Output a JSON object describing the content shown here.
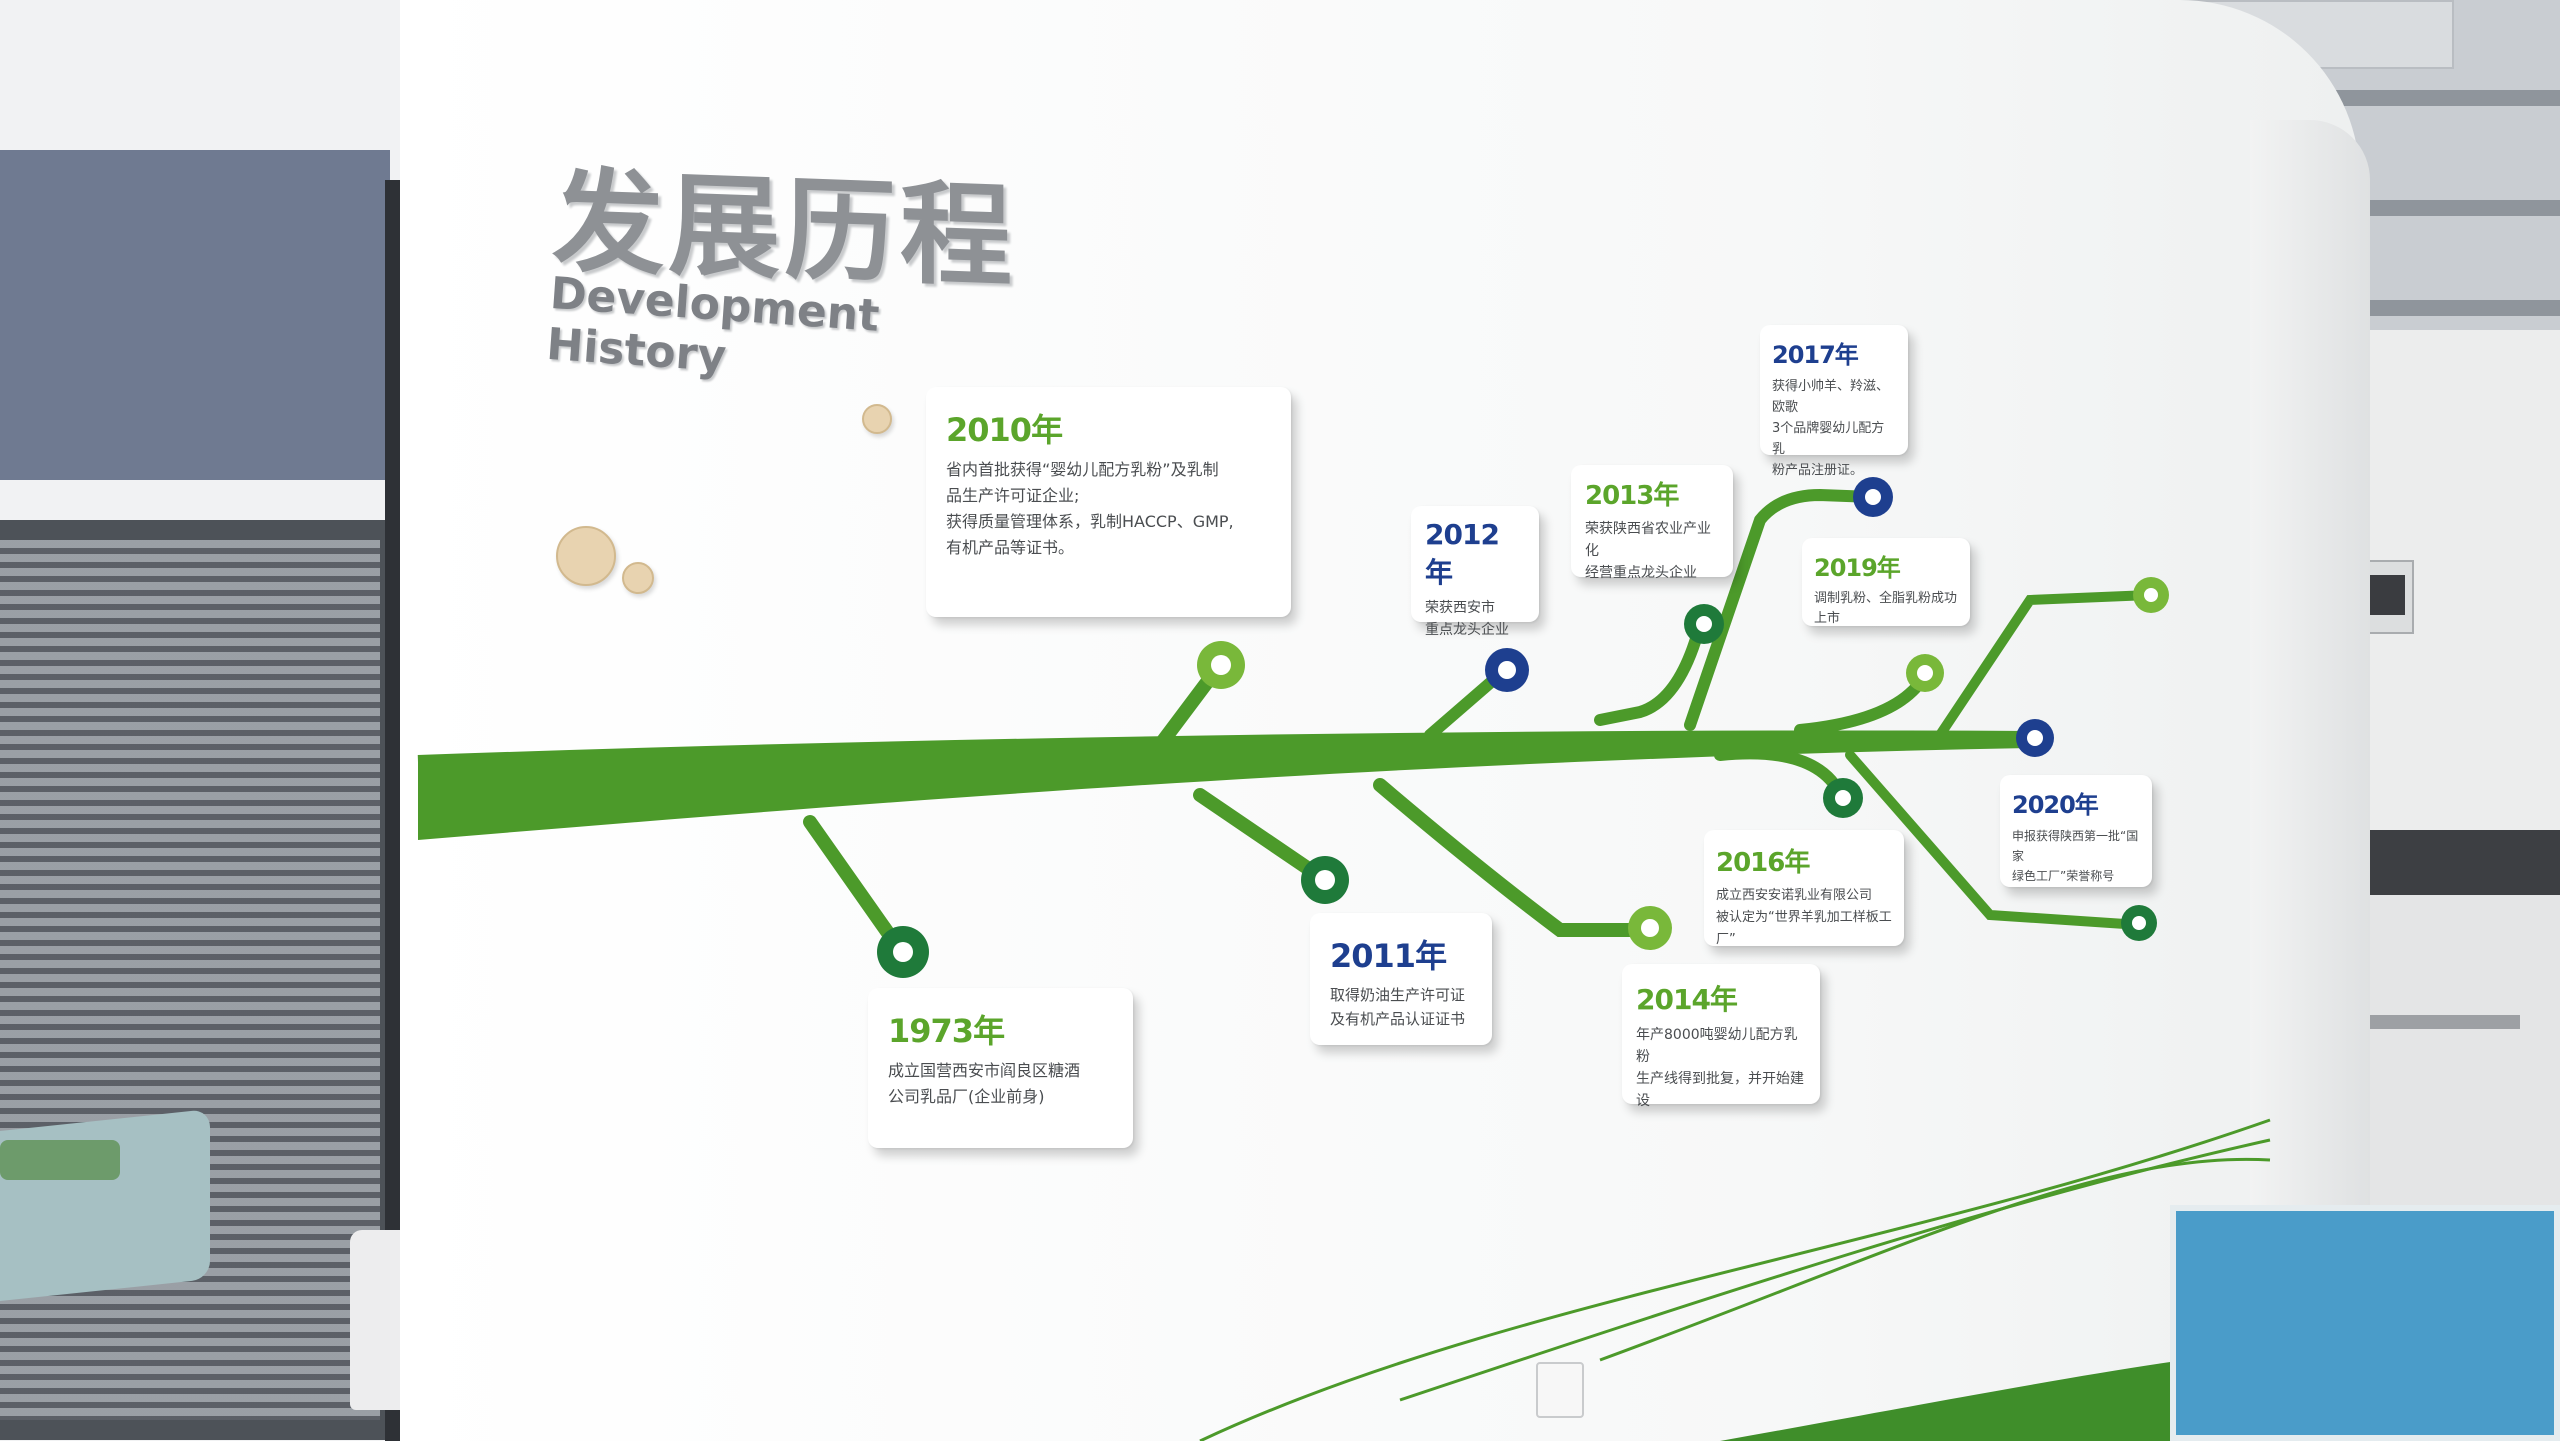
{
  "wall_title": {
    "chinese": "发展历程",
    "english": "Development History"
  },
  "milestones": [
    {
      "year": "1973年",
      "text": "成立国营西安市阎良区糖酒\n公司乳品厂(企业前身)",
      "color": "green"
    },
    {
      "year": "2010年",
      "text": "省内首批获得“婴幼儿配方乳粉”及乳制\n品生产许可证企业;\n获得质量管理体系，乳制HACCP、GMP,\n有机产品等证书。",
      "color": "green"
    },
    {
      "year": "2011年",
      "text": "取得奶油生产许可证\n及有机产品认证证书",
      "color": "blue"
    },
    {
      "year": "2012年",
      "text": "荣获西安市\n重点龙头企业",
      "color": "blue"
    },
    {
      "year": "2013年",
      "text": "荣获陕西省农业产业化\n经营重点龙头企业",
      "color": "green"
    },
    {
      "year": "2014年",
      "text": "年产8000吨婴幼儿配方乳粉\n生产线得到批复，并开始建设",
      "color": "green"
    },
    {
      "year": "2016年",
      "text": "成立西安安诺乳业有限公司\n被认定为“世界羊乳加工样板工厂”",
      "color": "green"
    },
    {
      "year": "2017年",
      "text": "获得小帅羊、羚滋、欧歌\n3个品牌婴幼儿配方乳\n粉产品注册证。",
      "color": "blue"
    },
    {
      "year": "2019年",
      "text": "调制乳粉、全脂乳粉成功上市",
      "color": "green"
    },
    {
      "year": "2020年",
      "text": "申报获得陕西第一批“国家\n绿色工厂”荣誉称号",
      "color": "blue"
    }
  ],
  "colors": {
    "branch_green": "#4c9a2a",
    "node_dark_green": "#1f7a3a",
    "node_light_green": "#79b83a",
    "node_blue": "#1e3f8f",
    "wall": "#ffffff"
  }
}
